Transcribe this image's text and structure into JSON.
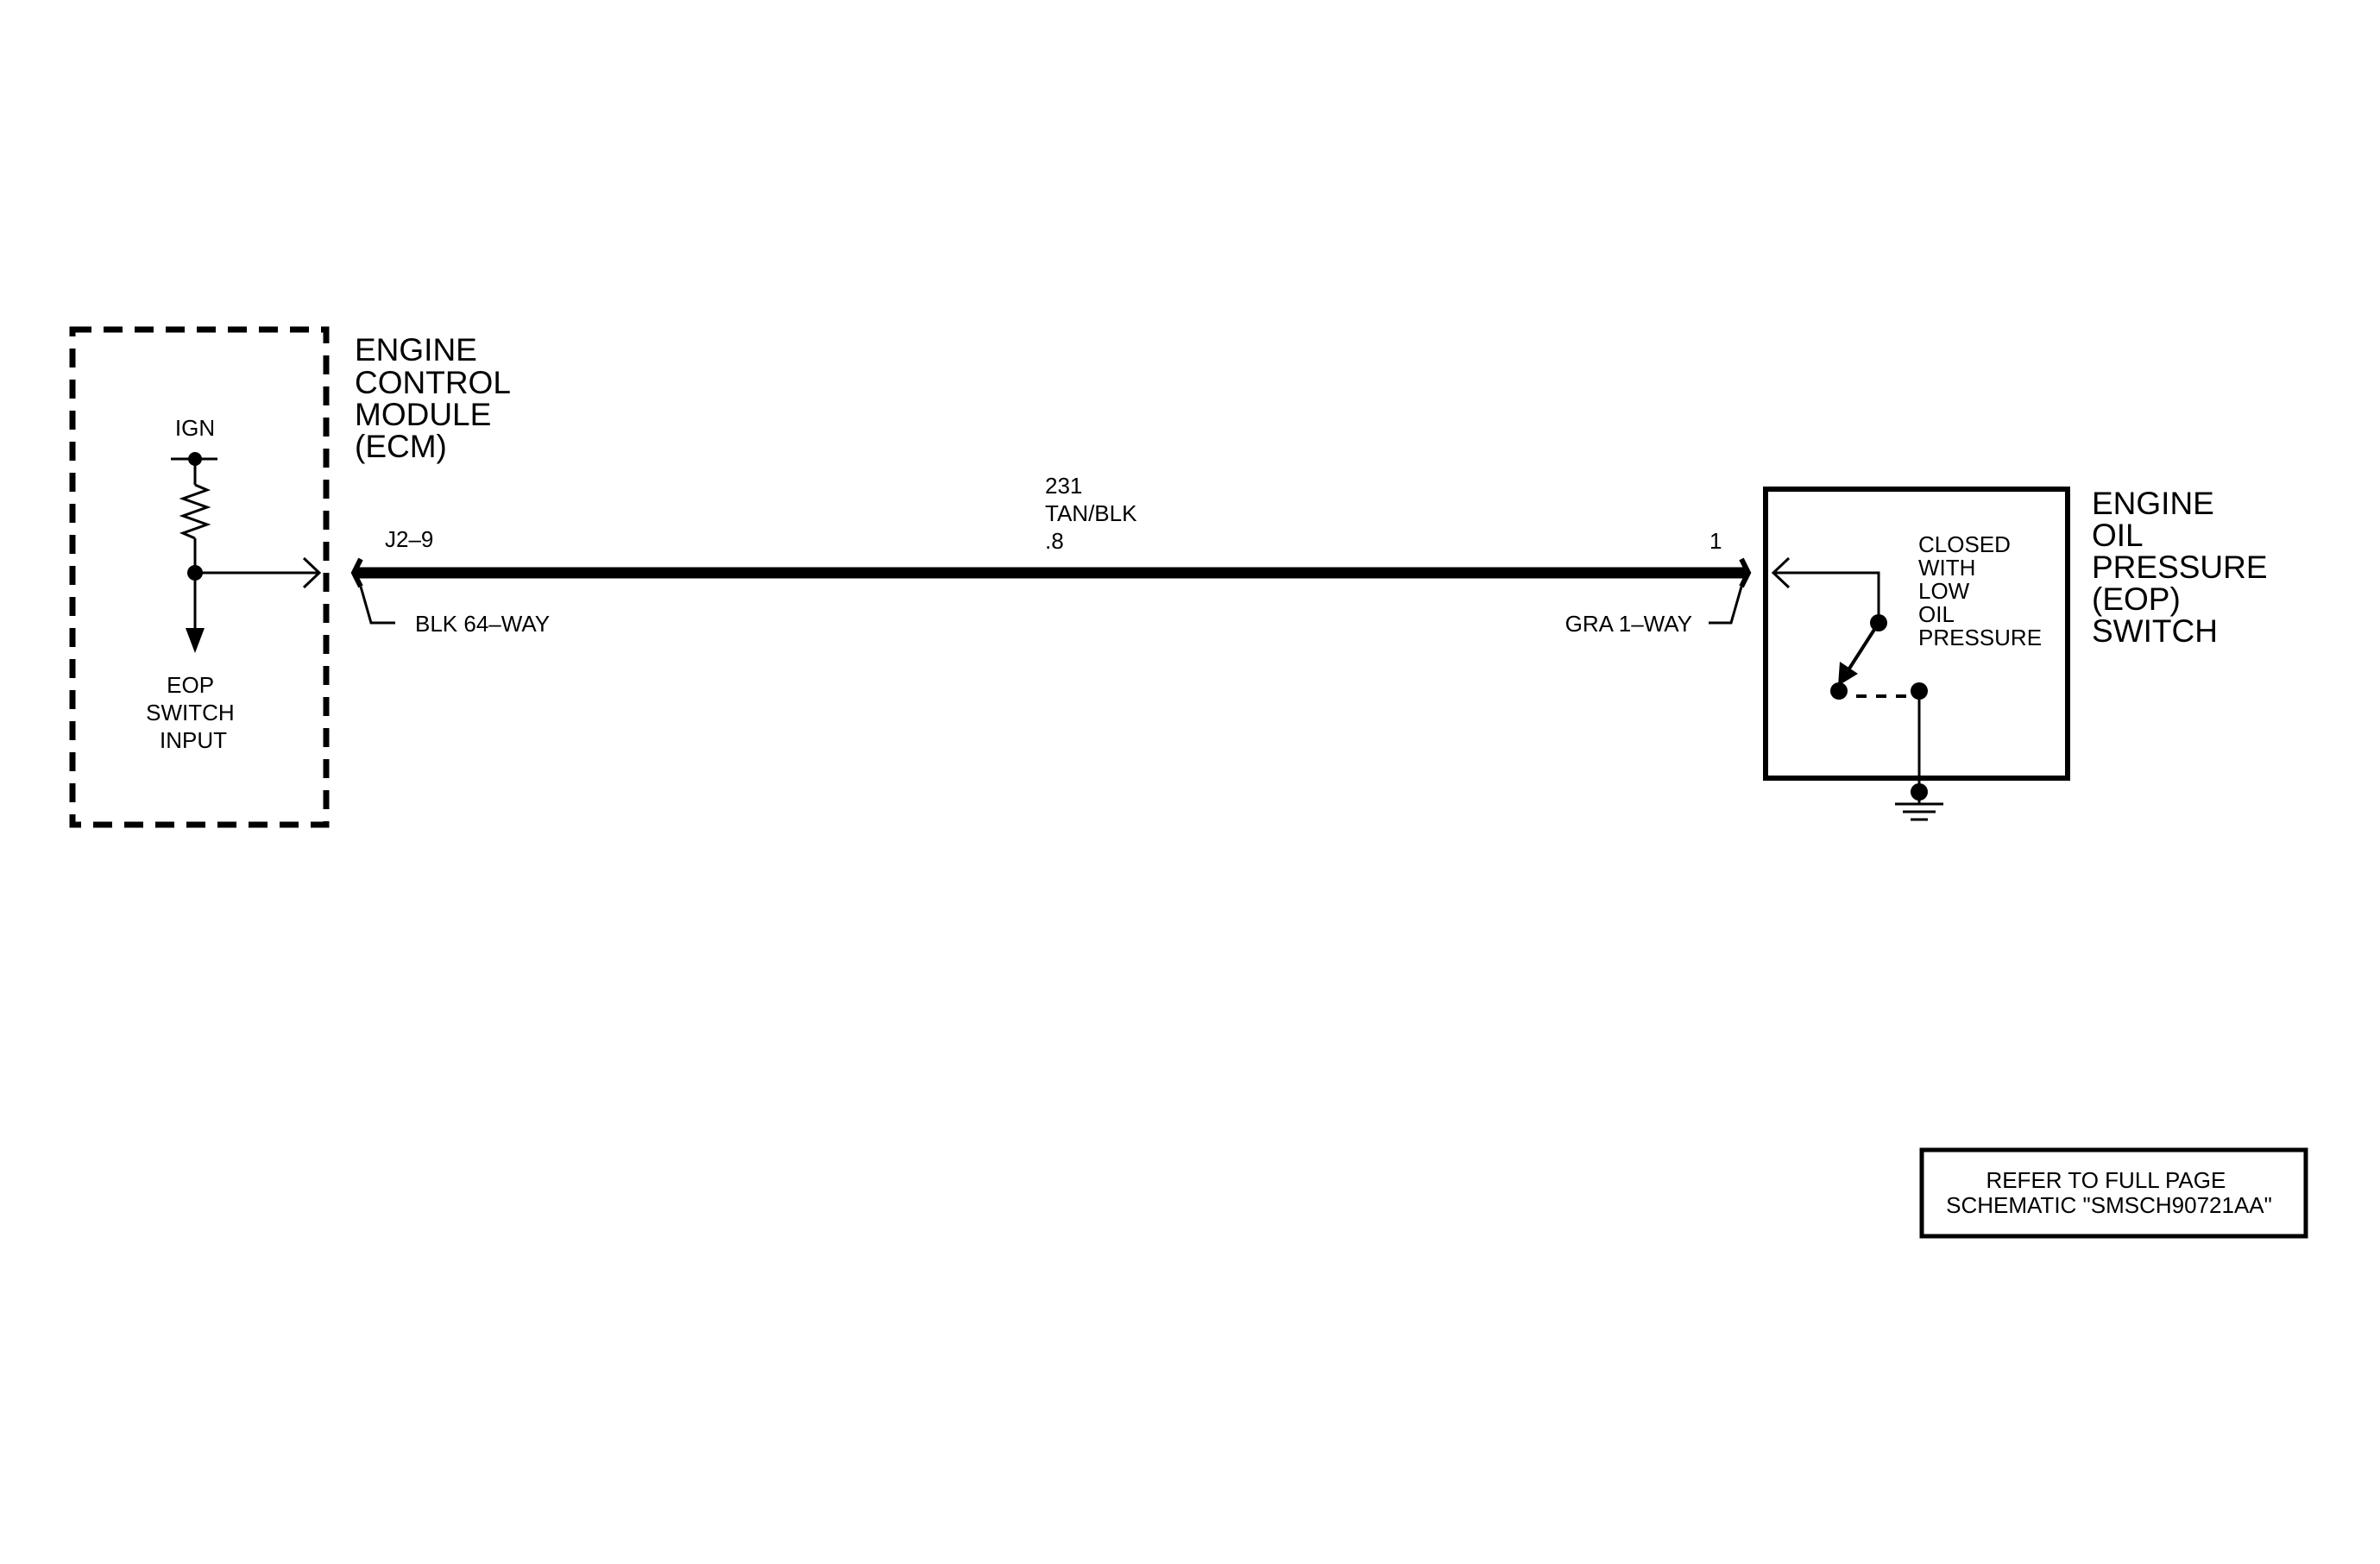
{
  "ecm": {
    "title_lines": [
      "ENGINE",
      "CONTROL",
      "MODULE",
      "(ECM)"
    ],
    "ign_label": "IGN",
    "input_lines": [
      "EOP",
      "SWITCH",
      "INPUT"
    ]
  },
  "circuit": {
    "number": "231",
    "color": "TAN/BLK",
    "gauge": ".8",
    "left_pin": "J2–9",
    "right_pin": "1",
    "left_connector": "BLK 64–WAY",
    "right_connector": "GRA 1–WAY"
  },
  "eop_switch": {
    "title_lines": [
      "ENGINE",
      "OIL",
      "PRESSURE",
      "(EOP)",
      "SWITCH"
    ],
    "state_lines": [
      "CLOSED",
      "WITH",
      "LOW",
      "OIL",
      "PRESSURE"
    ]
  },
  "reference_box": {
    "lines": [
      "REFER TO FULL PAGE",
      "SCHEMATIC \"SMSCH90721AA\""
    ]
  },
  "colors": {
    "ink": "#000000",
    "background": "#ffffff"
  }
}
